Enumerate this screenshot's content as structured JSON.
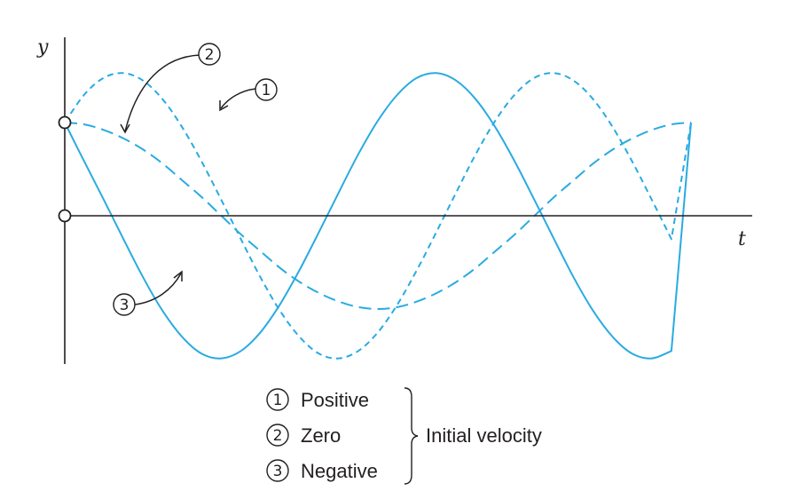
{
  "chart_data": {
    "type": "line",
    "xlabel": "t",
    "ylabel": "y",
    "x": [
      0,
      0.25,
      0.5,
      0.75,
      1,
      1.25,
      1.5,
      1.75,
      2,
      2.25,
      2.5,
      2.75,
      3,
      3.25,
      3.5,
      3.75,
      4,
      4.25,
      4.5,
      4.75,
      5,
      5.25,
      5.5,
      5.75,
      6,
      6.25,
      6.5,
      6.75,
      7,
      7.25,
      7.5,
      7.75,
      8
    ],
    "series": [
      {
        "name": "1",
        "color": "#29abe2",
        "line_style": "short-dash",
        "values": [
          1,
          1.3,
          1.48,
          1.53,
          1.45,
          1.25,
          0.95,
          0.58,
          0.17,
          -0.25,
          -0.66,
          -1.02,
          -1.3,
          -1.48,
          -1.53,
          -1.45,
          -1.25,
          -0.95,
          -0.58,
          -0.17,
          0.25,
          0.66,
          1.02,
          1.3,
          1.48,
          1.53,
          1.45,
          1.25,
          0.95,
          0.58,
          0.17,
          -0.25,
          1
        ]
      },
      {
        "name": "2",
        "color": "#29abe2",
        "line_style": "long-dash",
        "values": [
          1,
          0.98,
          0.92,
          0.83,
          0.71,
          0.56,
          0.38,
          0.2,
          0,
          -0.2,
          -0.38,
          -0.56,
          -0.71,
          -0.83,
          -0.92,
          -0.98,
          -1,
          -0.98,
          -0.92,
          -0.83,
          -0.71,
          -0.56,
          -0.38,
          -0.2,
          0,
          0.2,
          0.38,
          0.56,
          0.71,
          0.83,
          0.92,
          0.98,
          1
        ]
      },
      {
        "name": "3",
        "color": "#29abe2",
        "line_style": "solid",
        "values": [
          1,
          0.58,
          0.17,
          -0.25,
          -0.66,
          -1.02,
          -1.3,
          -1.48,
          -1.53,
          -1.45,
          -1.25,
          -0.95,
          -0.58,
          -0.17,
          0.25,
          0.66,
          1.02,
          1.3,
          1.48,
          1.53,
          1.45,
          1.25,
          0.95,
          0.58,
          0.17,
          -0.25,
          -0.66,
          -1.02,
          -1.3,
          -1.48,
          -1.53,
          -1.45,
          1
        ]
      }
    ],
    "initial_markers": [
      1,
      0
    ],
    "legend": {
      "entries": [
        {
          "number": "1",
          "label": "Positive"
        },
        {
          "number": "2",
          "label": "Zero"
        },
        {
          "number": "3",
          "label": "Negative"
        }
      ],
      "group_label": "Initial velocity",
      "placement": "bottom-center"
    },
    "callouts": [
      "2",
      "1",
      "3"
    ]
  }
}
